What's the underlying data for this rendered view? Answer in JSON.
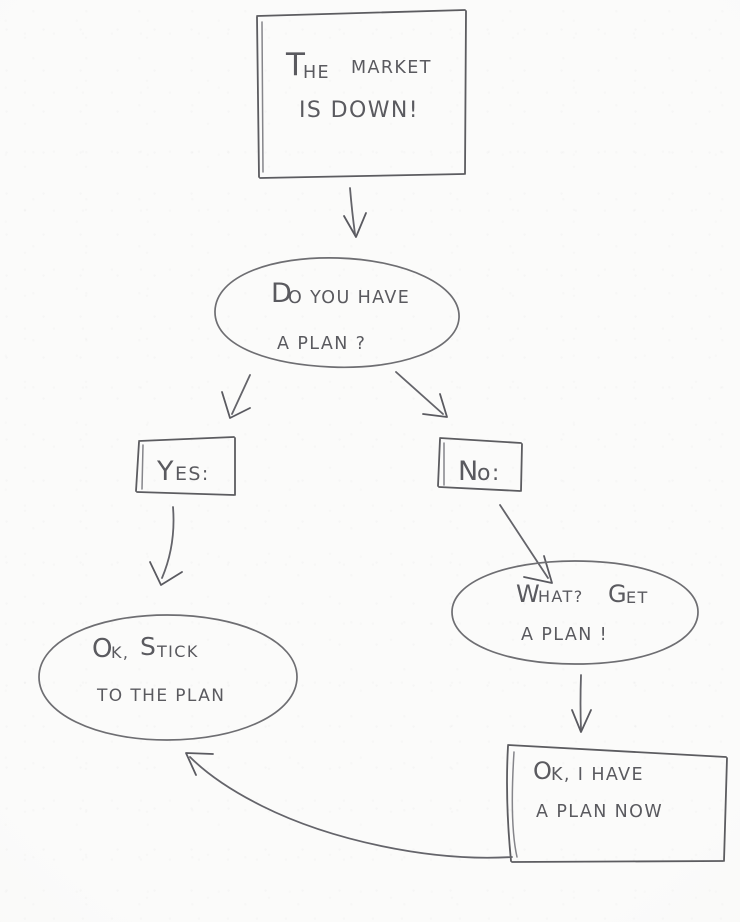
{
  "diagram": {
    "title": "market-downturn-decision-flowchart",
    "medium": "hand-drawn pencil sketch on white paper",
    "paper_color": "#fbfbfa",
    "ink_color": "#64646a"
  },
  "nodes": {
    "start": {
      "id": "the-market-is-down",
      "shape": "rectangle",
      "line1_lead": "T",
      "line1_rest": "HE",
      "line1_word2": "MARKET",
      "line2": "IS DOWN!",
      "full_text": "THE MARKET IS DOWN!"
    },
    "decision": {
      "id": "do-you-have-a-plan",
      "shape": "ellipse",
      "line1_lead": "D",
      "line1_rest": "O  YOU  HAVE",
      "line2": "A  PLAN ?",
      "full_text": "DO YOU HAVE A PLAN?"
    },
    "yes_label": {
      "id": "yes-branch",
      "shape": "rectangle",
      "lead": "Y",
      "rest": "ES:",
      "full_text": "YES:"
    },
    "no_label": {
      "id": "no-branch",
      "shape": "rectangle",
      "lead": "N",
      "rest": "o:",
      "full_text": "No:"
    },
    "stick_to_plan": {
      "id": "ok-stick-to-the-plan",
      "shape": "ellipse",
      "line1_lead": "O",
      "line1_mid": "K,",
      "line1_lead2": "S",
      "line1_rest2": "TICK",
      "line2": "TO  THE  PLAN",
      "full_text": "OK, STICK TO THE PLAN"
    },
    "get_a_plan": {
      "id": "what-get-a-plan",
      "shape": "ellipse",
      "line1_lead": "W",
      "line1_rest": "HAT?",
      "line1_lead2": "G",
      "line1_rest2": "ET",
      "line2": "A  PLAN !",
      "full_text": "WHAT? GET A PLAN!"
    },
    "have_plan_now": {
      "id": "ok-i-have-a-plan-now",
      "shape": "rectangle-skewed",
      "line1_lead": "O",
      "line1_rest": "K,  I  HAVE",
      "line2": "A  PLAN  NOW",
      "full_text": "OK, I HAVE A PLAN NOW"
    }
  },
  "edges": [
    {
      "id": "start-to-decision",
      "from": "the-market-is-down",
      "to": "do-you-have-a-plan",
      "style": "straight-down"
    },
    {
      "id": "decision-to-yes",
      "from": "do-you-have-a-plan",
      "to": "yes-branch",
      "style": "diagonal-down-left"
    },
    {
      "id": "decision-to-no",
      "from": "do-you-have-a-plan",
      "to": "no-branch",
      "style": "diagonal-down-right"
    },
    {
      "id": "yes-to-stick",
      "from": "yes-branch",
      "to": "ok-stick-to-the-plan",
      "style": "curve-down"
    },
    {
      "id": "no-to-get-plan",
      "from": "no-branch",
      "to": "what-get-a-plan",
      "style": "diagonal-down-right"
    },
    {
      "id": "get-plan-to-have-plan",
      "from": "what-get-a-plan",
      "to": "ok-i-have-a-plan-now",
      "style": "straight-down"
    },
    {
      "id": "have-plan-back-to-stick",
      "from": "ok-i-have-a-plan-now",
      "to": "ok-stick-to-the-plan",
      "style": "long-curve-left-up"
    }
  ]
}
